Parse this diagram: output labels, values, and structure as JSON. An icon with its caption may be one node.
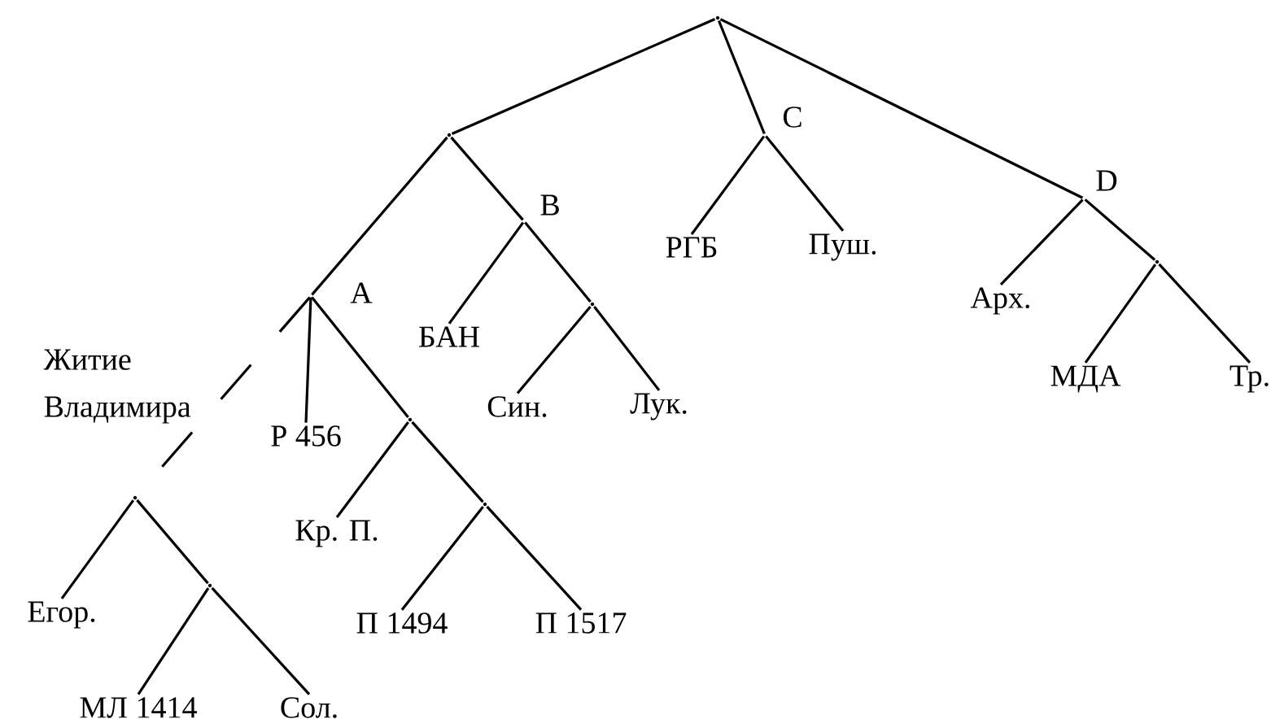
{
  "diagram": {
    "nodes": [
      {
        "text": [],
        "shape": "point"
      },
      {
        "text": [],
        "shape": "point"
      },
      {
        "text": [
          "A"
        ]
      },
      {
        "text": [
          "Р 456"
        ]
      },
      {
        "text": [],
        "shape": "point"
      },
      {
        "text": [
          "Егор."
        ]
      },
      {
        "text": [],
        "shape": "point"
      },
      {
        "text": [
          "МЛ 1414"
        ]
      },
      {
        "text": [
          "Сол."
        ]
      },
      {
        "text": [],
        "shape": "point"
      },
      {
        "text": [
          "Кр. П."
        ]
      },
      {
        "text": [],
        "shape": "point"
      },
      {
        "text": [
          "П 1494"
        ]
      },
      {
        "text": [
          "П 1517"
        ]
      },
      {
        "text": [
          "B"
        ]
      },
      {
        "text": [
          "БАН"
        ]
      },
      {
        "text": [],
        "shape": "point"
      },
      {
        "text": [
          "Син."
        ]
      },
      {
        "text": [
          "Лук."
        ]
      },
      {
        "text": [
          "C"
        ]
      },
      {
        "text": [
          "РГБ"
        ]
      },
      {
        "text": [
          "Пуш."
        ]
      },
      {
        "text": [
          "D"
        ]
      },
      {
        "text": [
          "Арх."
        ]
      },
      {
        "text": [],
        "shape": "point"
      },
      {
        "text": [
          "МДА"
        ]
      },
      {
        "text": [
          "Тр."
        ]
      }
    ],
    "edges": [
      {
        "from": 0,
        "to": 1,
        "arrow": "none"
      },
      {
        "from": 1,
        "to": 2,
        "arrow": "none"
      },
      {
        "from": 2,
        "to": 3,
        "arrow": "none"
      },
      {
        "from": 2,
        "to": 4,
        "arrow": "none",
        "style": "dashed",
        "label": "Житие Владимира"
      },
      {
        "from": 4,
        "to": 5,
        "arrow": "none"
      },
      {
        "from": 4,
        "to": 6,
        "arrow": "none"
      },
      {
        "from": 6,
        "to": 7,
        "arrow": "none"
      },
      {
        "from": 6,
        "to": 8,
        "arrow": "none"
      },
      {
        "from": 2,
        "to": 9,
        "arrow": "none"
      },
      {
        "from": 9,
        "to": 10,
        "arrow": "none"
      },
      {
        "from": 9,
        "to": 11,
        "arrow": "none"
      },
      {
        "from": 11,
        "to": 12,
        "arrow": "none"
      },
      {
        "from": 11,
        "to": 13,
        "arrow": "none"
      },
      {
        "from": 1,
        "to": 14,
        "arrow": "none"
      },
      {
        "from": 14,
        "to": 15,
        "arrow": "none"
      },
      {
        "from": 14,
        "to": 16,
        "arrow": "none"
      },
      {
        "from": 16,
        "to": 17,
        "arrow": "none"
      },
      {
        "from": 16,
        "to": 18,
        "arrow": "none"
      },
      {
        "from": 0,
        "to": 19,
        "arrow": "none"
      },
      {
        "from": 19,
        "to": 20,
        "arrow": "none"
      },
      {
        "from": 19,
        "to": 21,
        "arrow": "none"
      },
      {
        "from": 0,
        "to": 22,
        "arrow": "none"
      },
      {
        "from": 22,
        "to": 23,
        "arrow": "none"
      },
      {
        "from": 22,
        "to": 24,
        "arrow": "none"
      },
      {
        "from": 24,
        "to": 25,
        "arrow": "none"
      },
      {
        "from": 24,
        "to": 26,
        "arrow": "none"
      }
    ]
  }
}
